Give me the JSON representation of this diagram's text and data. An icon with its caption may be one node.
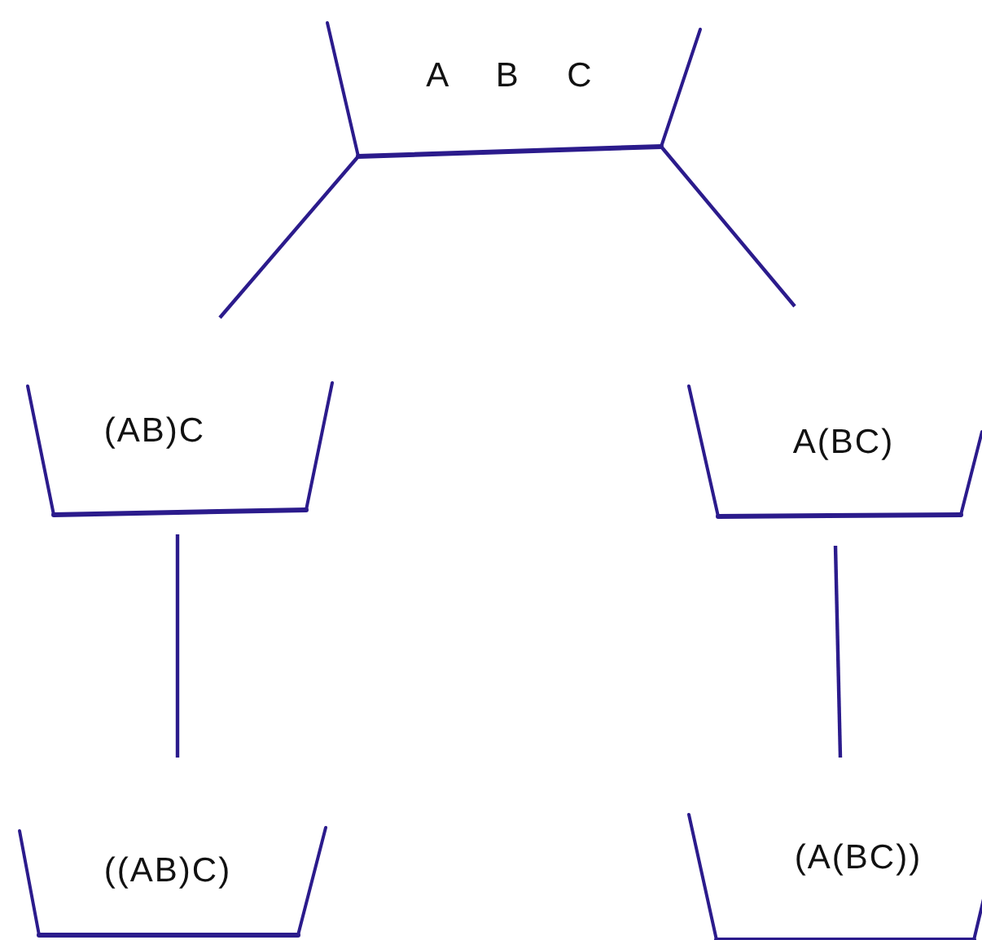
{
  "diagram": {
    "nodes": [
      {
        "text": [
          "A B C"
        ]
      },
      {
        "text": [
          "(AB)C"
        ]
      },
      {
        "text": [
          "A(BC)"
        ]
      },
      {
        "text": [
          "((AB)C)"
        ]
      },
      {
        "text": [
          "(A(BC))"
        ]
      }
    ],
    "edges": [
      {
        "from": 0,
        "to": 1,
        "arrow": "none"
      },
      {
        "from": 0,
        "to": 2,
        "arrow": "none"
      },
      {
        "from": 1,
        "to": 3,
        "arrow": "none"
      },
      {
        "from": 2,
        "to": 4,
        "arrow": "none"
      }
    ]
  }
}
